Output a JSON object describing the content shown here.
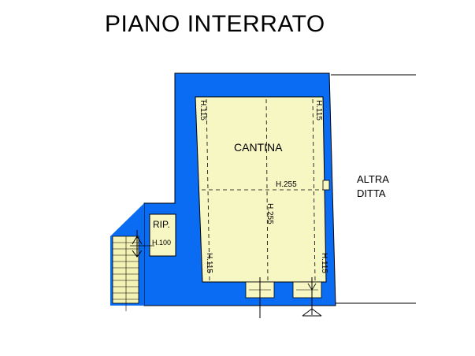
{
  "plan": {
    "title": "PIANO INTERRATO",
    "labels": {
      "room": "CANTINA",
      "neighbor_line1": "ALTRA",
      "neighbor_line2": "DITTA",
      "landing": "RIP.",
      "h_100": "H.100",
      "h_255_horizontal": "H.255",
      "h_255_vertical": "H.255",
      "h_115_top_left": "H.115",
      "h_115_top_right": "H.115",
      "h_115_bottom_left": "H.115",
      "h_115_bottom_right": "H.115"
    },
    "colors": {
      "wall": "#0a6cf2",
      "room_fill": "#f7f7c4",
      "stair_fill": "#f4f2b4",
      "line": "#000000"
    }
  }
}
